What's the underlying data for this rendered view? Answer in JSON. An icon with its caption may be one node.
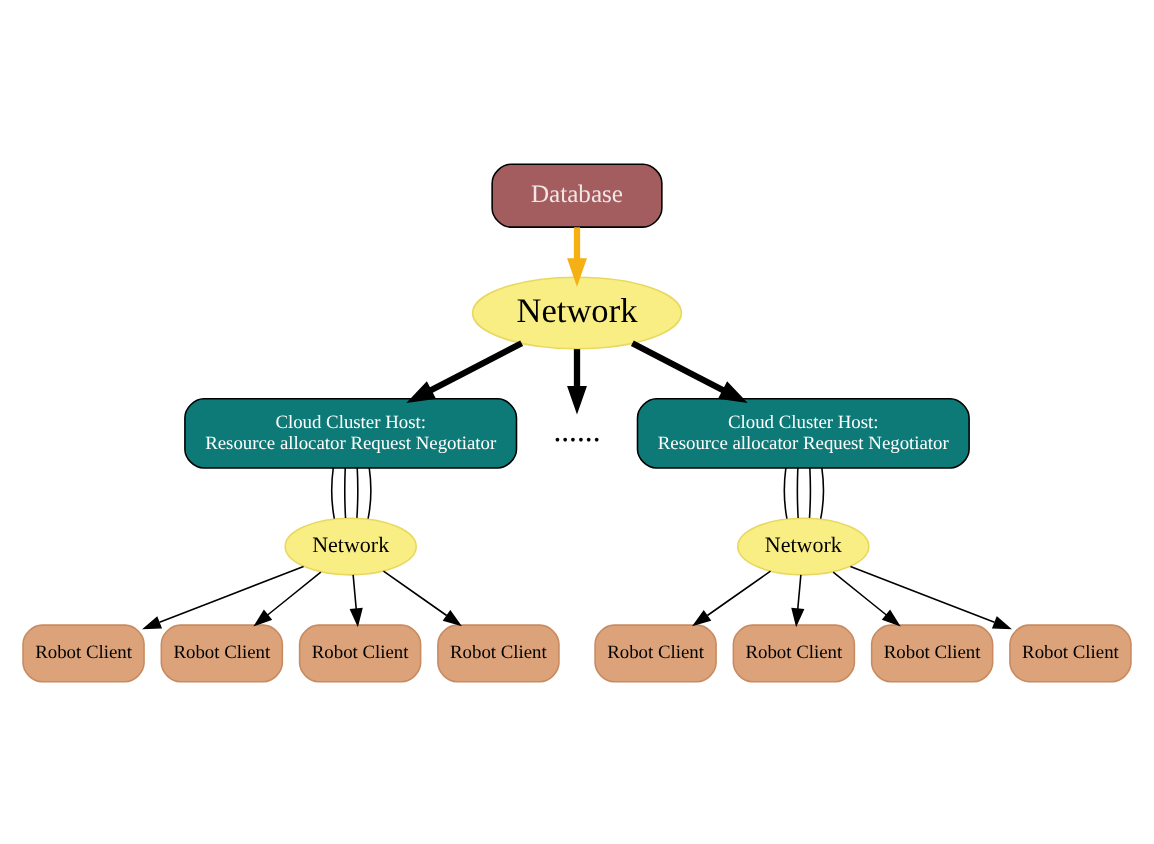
{
  "diagram": {
    "nodes": [
      {
        "text": [
          "Database"
        ]
      },
      {
        "text": [
          "Network"
        ]
      },
      {
        "text": [
          "Cloud Cluster Host:",
          "Resource allocator Request Negotiator"
        ]
      },
      {
        "text": [
          "......"
        ]
      },
      {
        "text": [
          "Cloud Cluster Host:",
          "Resource allocator Request Negotiator"
        ]
      },
      {
        "text": [
          "Network"
        ]
      },
      {
        "text": [
          "Network"
        ]
      },
      {
        "text": [
          "Robot Client"
        ]
      },
      {
        "text": [
          "Robot Client"
        ]
      },
      {
        "text": [
          "Robot Client"
        ]
      },
      {
        "text": [
          "Robot Client"
        ]
      },
      {
        "text": [
          "Robot Client"
        ]
      },
      {
        "text": [
          "Robot Client"
        ]
      },
      {
        "text": [
          "Robot Client"
        ]
      },
      {
        "text": [
          "Robot Client"
        ]
      }
    ],
    "edges": [
      {
        "from": 0,
        "to": 1,
        "arrow": "to",
        "style": "thick",
        "color": "#f5b014"
      },
      {
        "from": 1,
        "to": 2,
        "arrow": "to",
        "style": "thick"
      },
      {
        "from": 1,
        "to": 4,
        "arrow": "to",
        "style": "thick"
      },
      {
        "from": 1,
        "to": 3,
        "arrow": "to",
        "style": "thick"
      },
      {
        "from": 2,
        "to": 5,
        "arrow": "none"
      },
      {
        "from": 2,
        "to": 5,
        "arrow": "none"
      },
      {
        "from": 2,
        "to": 5,
        "arrow": "none"
      },
      {
        "from": 2,
        "to": 5,
        "arrow": "none"
      },
      {
        "from": 4,
        "to": 6,
        "arrow": "none"
      },
      {
        "from": 4,
        "to": 6,
        "arrow": "none"
      },
      {
        "from": 4,
        "to": 6,
        "arrow": "none"
      },
      {
        "from": 4,
        "to": 6,
        "arrow": "none"
      },
      {
        "from": 5,
        "to": 7,
        "arrow": "to"
      },
      {
        "from": 5,
        "to": 8,
        "arrow": "to"
      },
      {
        "from": 5,
        "to": 9,
        "arrow": "to"
      },
      {
        "from": 5,
        "to": 10,
        "arrow": "to"
      },
      {
        "from": 6,
        "to": 11,
        "arrow": "to"
      },
      {
        "from": 6,
        "to": 12,
        "arrow": "to"
      },
      {
        "from": 6,
        "to": 13,
        "arrow": "to"
      },
      {
        "from": 6,
        "to": 14,
        "arrow": "to"
      }
    ]
  }
}
